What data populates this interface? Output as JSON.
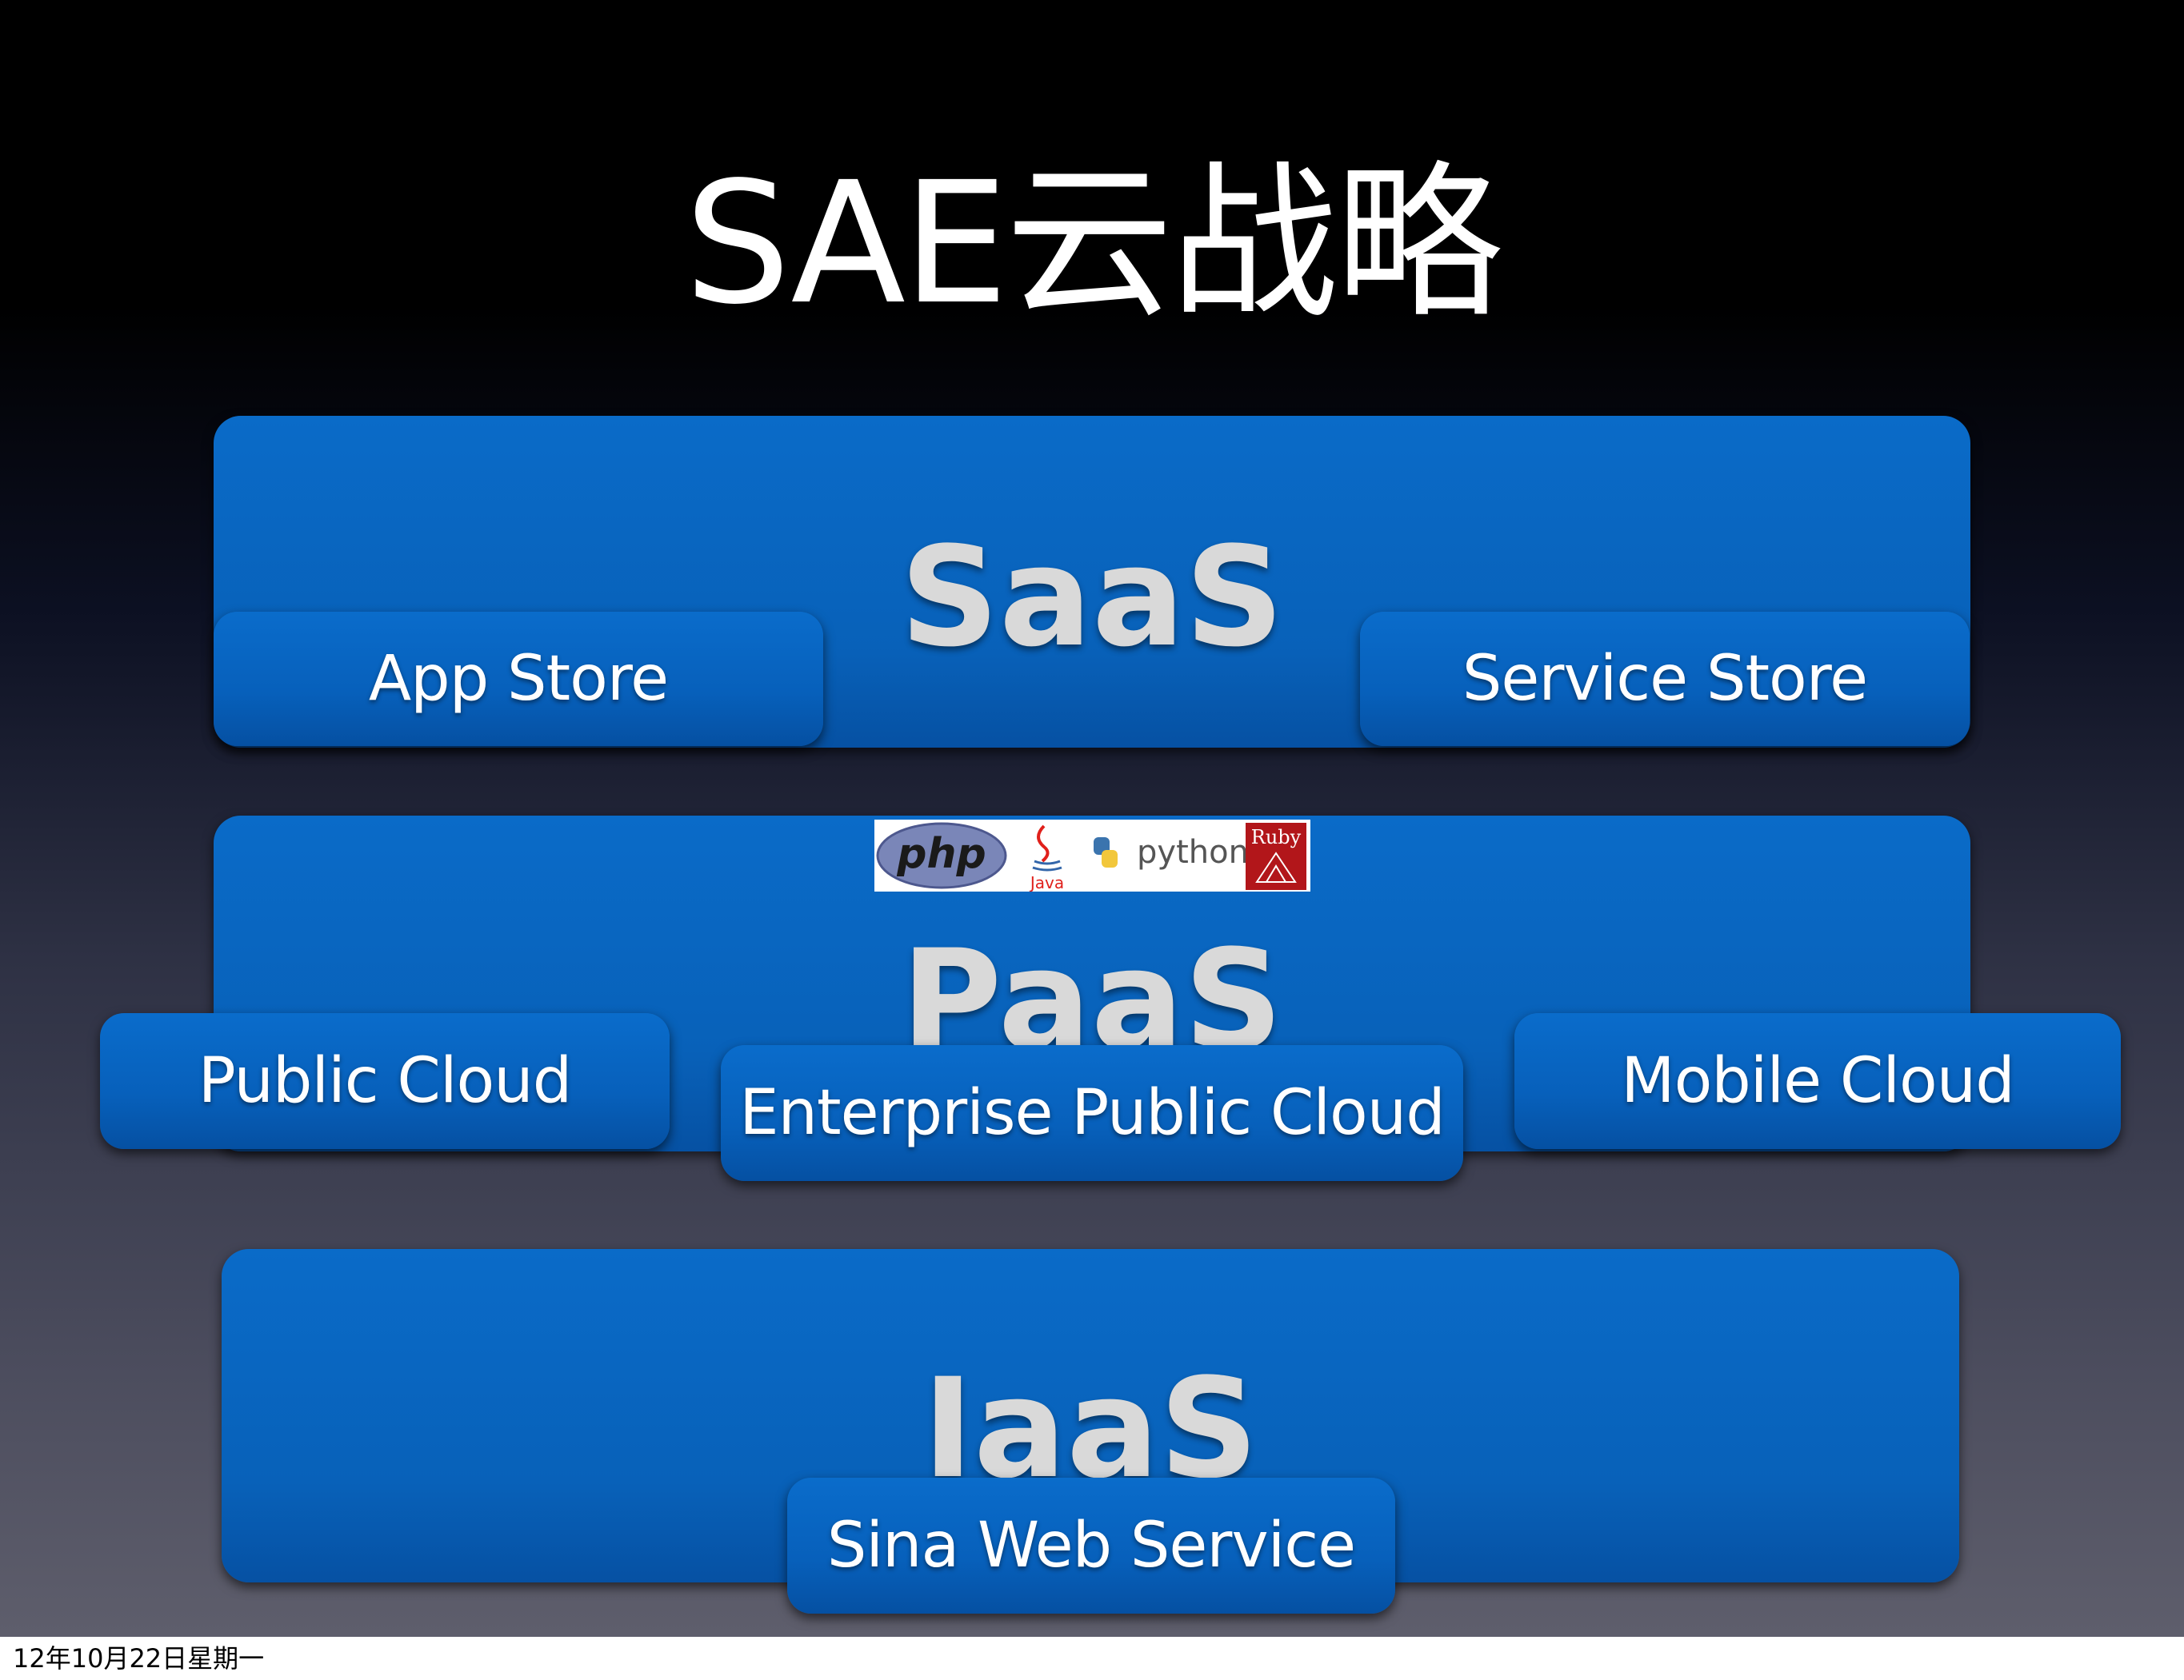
{
  "title": "SAE云战略",
  "layers": {
    "saas": {
      "label": "SaaS",
      "items": [
        "App Store",
        "Service Store"
      ]
    },
    "paas": {
      "label": "PaaS",
      "items": [
        "Public Cloud",
        "Enterprise Public Cloud",
        "Mobile Cloud"
      ],
      "logos": [
        "php",
        "Java",
        "python",
        "Ruby"
      ]
    },
    "iaas": {
      "label": "IaaS",
      "items": [
        "Sina Web Service"
      ]
    }
  },
  "footer": {
    "date": "12年10月22日星期一"
  },
  "colors": {
    "layer_blue": "#0861b9",
    "background_top": "#000000",
    "background_bottom": "#5e5e6c",
    "layer_text": "#d9d9d9"
  },
  "icons": [
    "php-logo-icon",
    "java-logo-icon",
    "python-logo-icon",
    "ruby-logo-icon"
  ]
}
